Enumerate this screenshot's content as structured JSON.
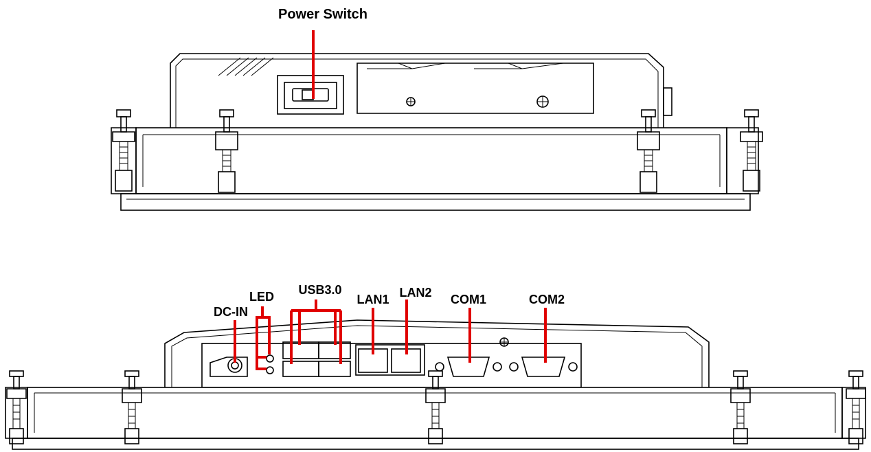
{
  "labels": {
    "power_switch": "Power Switch",
    "dc_in": "DC-IN",
    "led": "LED",
    "usb": "USB3.0",
    "lan1": "LAN1",
    "lan2": "LAN2",
    "com1": "COM1",
    "com2": "COM2"
  },
  "colors": {
    "callout": "#e00000",
    "outline": "#000000",
    "background": "#ffffff"
  }
}
